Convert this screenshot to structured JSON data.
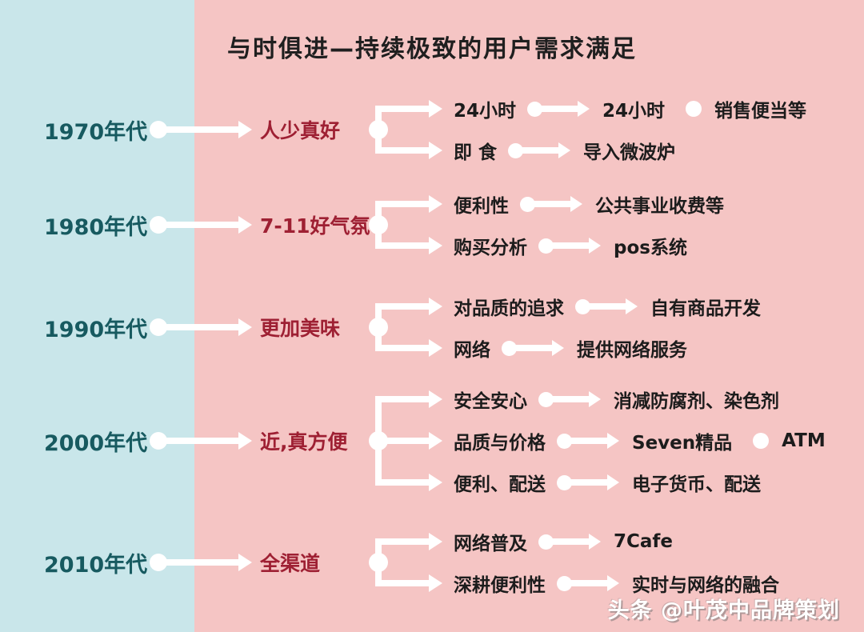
{
  "title": "与时俱进—持续极致的用户需求满足",
  "watermark": "头条 @叶茂中品牌策划",
  "colors": {
    "left_panel": "#c9e6ea",
    "right_panel": "#f5c5c4",
    "decade_text": "#175a60",
    "stage_text": "#9e2033",
    "branch_text": "#1c1c1c",
    "arrow": "#ffffff"
  },
  "rows": [
    {
      "decade": "1970年代",
      "stage": "人少真好",
      "branches": [
        {
          "need": "24小时",
          "items": [
            "24小时",
            "销售便当等"
          ]
        },
        {
          "need": "即 食",
          "items": [
            "导入微波炉"
          ]
        }
      ]
    },
    {
      "decade": "1980年代",
      "stage": "7-11好气氛",
      "branches": [
        {
          "need": "便利性",
          "items": [
            "公共事业收费等"
          ]
        },
        {
          "need": "购买分析",
          "items": [
            "pos系统"
          ]
        }
      ]
    },
    {
      "decade": "1990年代",
      "stage": "更加美味",
      "branches": [
        {
          "need": "对品质的追求",
          "items": [
            "自有商品开发"
          ]
        },
        {
          "need": "网络",
          "items": [
            "提供网络服务"
          ]
        }
      ]
    },
    {
      "decade": "2000年代",
      "stage": "近,真方便",
      "branches": [
        {
          "need": "安全安心",
          "items": [
            "消减防腐剂、染色剂"
          ]
        },
        {
          "need": "品质与价格",
          "items": [
            "Seven精品",
            "ATM"
          ]
        },
        {
          "need": "便利、配送",
          "items": [
            "电子货币、配送"
          ]
        }
      ]
    },
    {
      "decade": "2010年代",
      "stage": "全渠道",
      "branches": [
        {
          "need": "网络普及",
          "items": [
            "7Cafe"
          ]
        },
        {
          "need": "深耕便利性",
          "items": [
            "实时与网络的融合"
          ]
        }
      ]
    }
  ]
}
